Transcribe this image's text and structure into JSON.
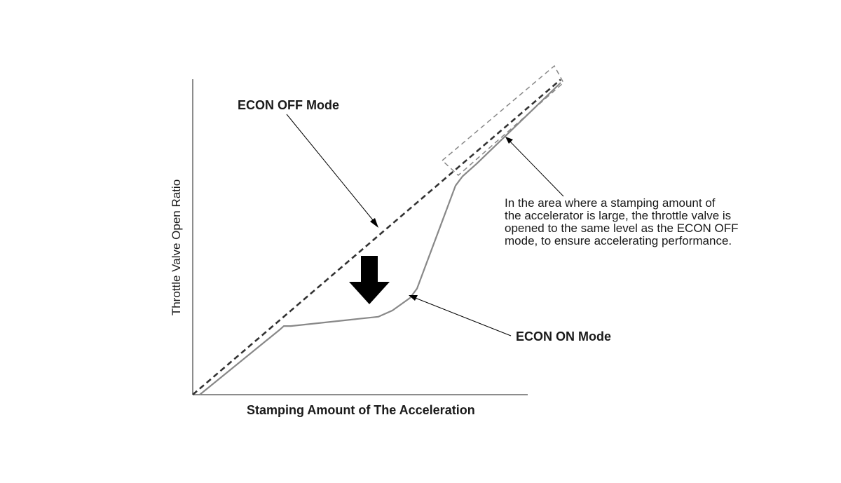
{
  "chart_data": {
    "type": "line",
    "title": "",
    "xlabel": "Stamping Amount of The Acceleration",
    "ylabel": "Throttle Valve Open Ratio",
    "xlim": [
      0,
      100
    ],
    "ylim": [
      0,
      100
    ],
    "x_ticks": "none",
    "y_ticks": "none",
    "grid": false,
    "series": [
      {
        "name": "ECON OFF Mode",
        "style": "dashed",
        "color": "#333333",
        "x": [
          0,
          105
        ],
        "y": [
          0,
          101
        ]
      },
      {
        "name": "ECON ON Mode",
        "style": "solid",
        "color": "#888888",
        "x": [
          2,
          25,
          26,
          28,
          53,
          57,
          62,
          64,
          75,
          77,
          79,
          81,
          105
        ],
        "y": [
          0,
          21,
          22,
          22,
          25,
          27,
          31,
          34,
          67,
          70,
          72,
          74,
          100
        ]
      }
    ],
    "annotations": [
      {
        "name": "econ-off",
        "text": "ECON OFF Mode"
      },
      {
        "name": "econ-on",
        "text": "ECON ON Mode"
      },
      {
        "name": "high-stamping-note",
        "lines": [
          "In the area where a stamping amount of",
          "the accelerator is large, the throttle valve is",
          "opened to the same level as the ECON OFF",
          "mode, to ensure accelerating performance."
        ]
      }
    ]
  }
}
